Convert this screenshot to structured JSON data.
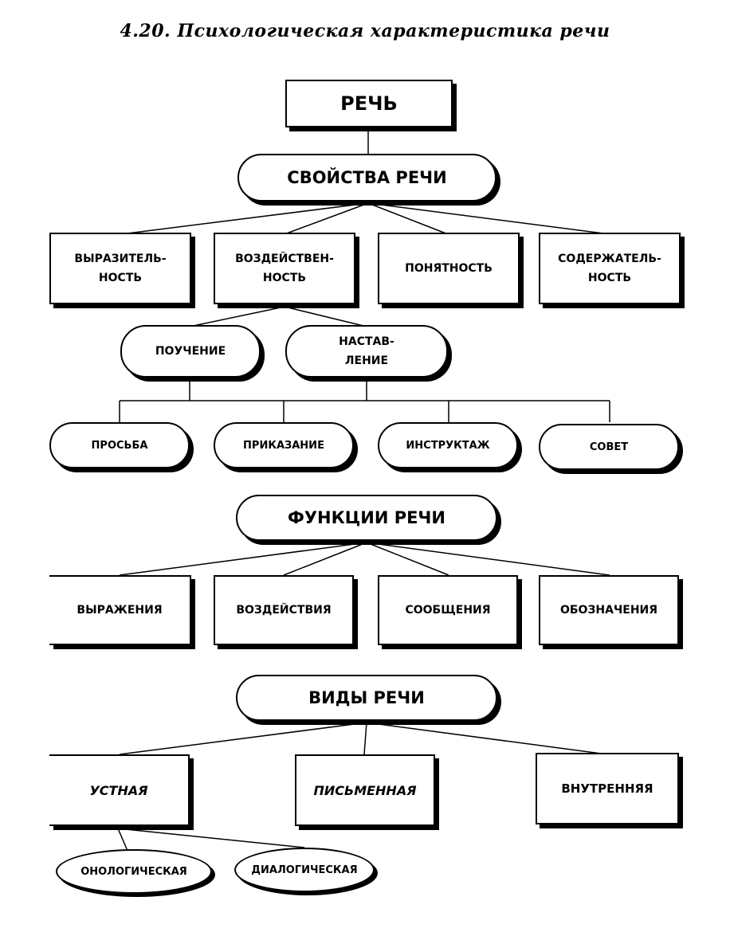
{
  "title": "4.20. Психологическая характеристика речи",
  "root": "РЕЧЬ",
  "properties": {
    "heading": "СВОЙСТВА РЕЧИ",
    "items": [
      "ВЫРАЗИТЕЛЬ-\nНОСТЬ",
      "ВОЗДЕЙСТВЕН-\nНОСТЬ",
      "ПОНЯТНОСТЬ",
      "СОДЕРЖАТЕЛЬ-\nНОСТЬ"
    ],
    "influence_types": [
      "ПОУЧЕНИЕ",
      "НАСТАВ-\nЛЕНИЕ"
    ],
    "forms": [
      "ПРОСЬБА",
      "ПРИКАЗАНИЕ",
      "ИНСТРУКТАЖ",
      "СОВЕТ"
    ]
  },
  "functions": {
    "heading": "ФУНКЦИИ РЕЧИ",
    "items": [
      "ВЫРАЖЕНИЯ",
      "ВОЗДЕЙСТВИЯ",
      "СООБЩЕНИЯ",
      "ОБОЗНАЧЕНИЯ"
    ]
  },
  "kinds": {
    "heading": "ВИДЫ РЕЧИ",
    "items": [
      "УСТНАЯ",
      "ПИСЬМЕННАЯ",
      "ВНУТРЕННЯЯ"
    ],
    "oral_forms": [
      "ОНОЛОГИЧЕСКАЯ",
      "ДИАЛОГИЧЕСКАЯ"
    ]
  }
}
